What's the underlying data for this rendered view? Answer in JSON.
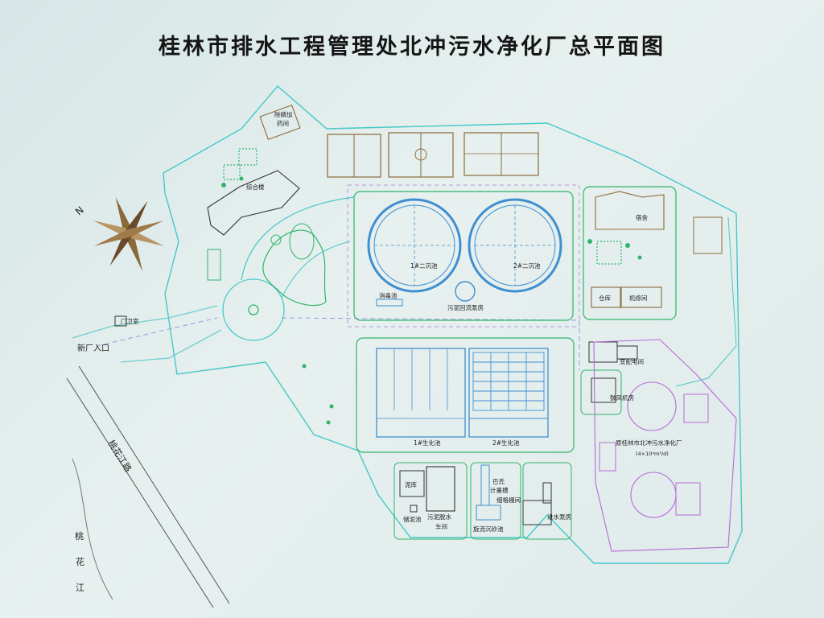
{
  "map": {
    "title": "桂林市排水工程管理处北冲污水净化厂总平面图",
    "compass_letter": "N",
    "labels": {
      "guard_room": "门卫室",
      "new_entrance": "新厂入口",
      "road_a": "桃花江路",
      "road_b_1": "桃",
      "road_b_2": "花",
      "road_b_3": "江",
      "dosing_room_1": "除磷加",
      "dosing_room_2": "药间",
      "office_building": "综合楼",
      "clarifier_1": "1#二沉池",
      "clarifier_2": "2#二沉池",
      "disinfection": "消毒池",
      "sludge_pump": "污泥回流泵房",
      "dormitory": "宿舍",
      "warehouse": "仓库",
      "repair_shop": "机修间",
      "substation": "变配电间",
      "blower_room": "鼓风机房",
      "bio_tank_1": "1#生化池",
      "bio_tank_2": "2#生化池",
      "old_plant": "原桂林市北冲污水净化厂",
      "old_capacity": "(4×10⁴m³/d)",
      "sludge_shed": "泥库",
      "sludge_storage": "储泥池",
      "dewatering_1": "污泥脱水",
      "dewatering_2": "车间",
      "parshall_1": "巴氏",
      "parshall_2": "计量槽",
      "fine_screen": "细格栅间",
      "grit_chamber": "旋流沉砂池",
      "influent_pump": "进水泵房"
    }
  }
}
